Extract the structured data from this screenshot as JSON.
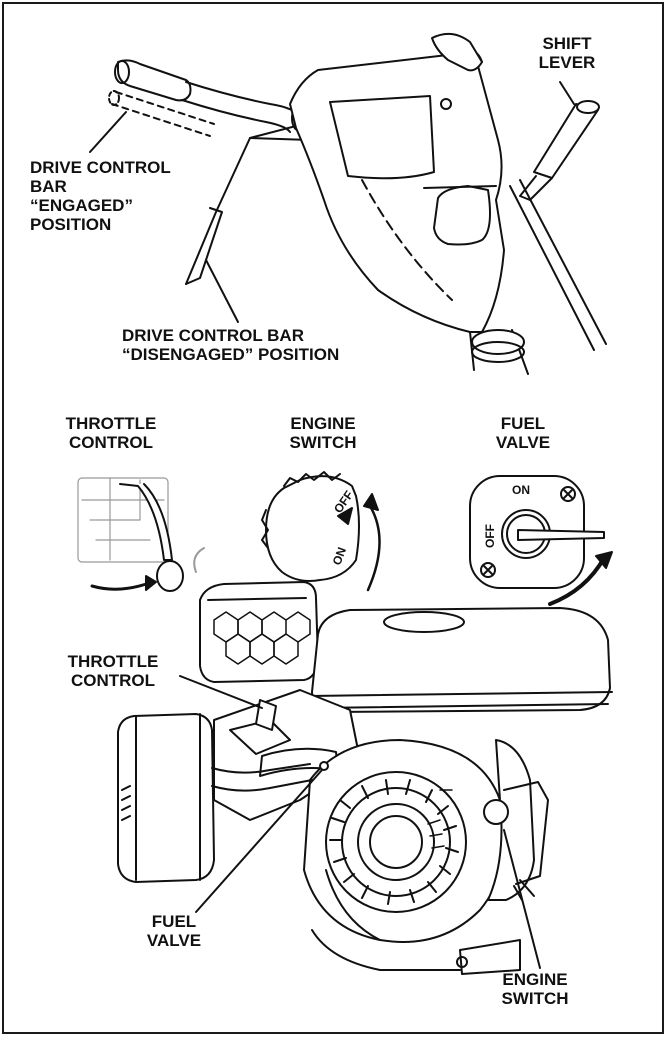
{
  "labels": {
    "shift_lever": "SHIFT\nLEVER",
    "drive_engaged": "DRIVE CONTROL\nBAR\n“ENGAGED”\nPOSITION",
    "drive_disengaged": "DRIVE CONTROL BAR\n“DISENGAGED” POSITION",
    "throttle_top": "THROTTLE\nCONTROL",
    "engine_switch_top": "ENGINE\nSWITCH",
    "fuel_valve_top": "FUEL\nVALVE",
    "throttle_engine": "THROTTLE\nCONTROL",
    "fuel_valve_bottom": "FUEL\nVALVE",
    "engine_switch_bottom": "ENGINE\nSWITCH"
  },
  "dials": {
    "engine_off": "OFF",
    "engine_on": "ON",
    "fuel_on": "ON",
    "fuel_off": "OFF"
  }
}
